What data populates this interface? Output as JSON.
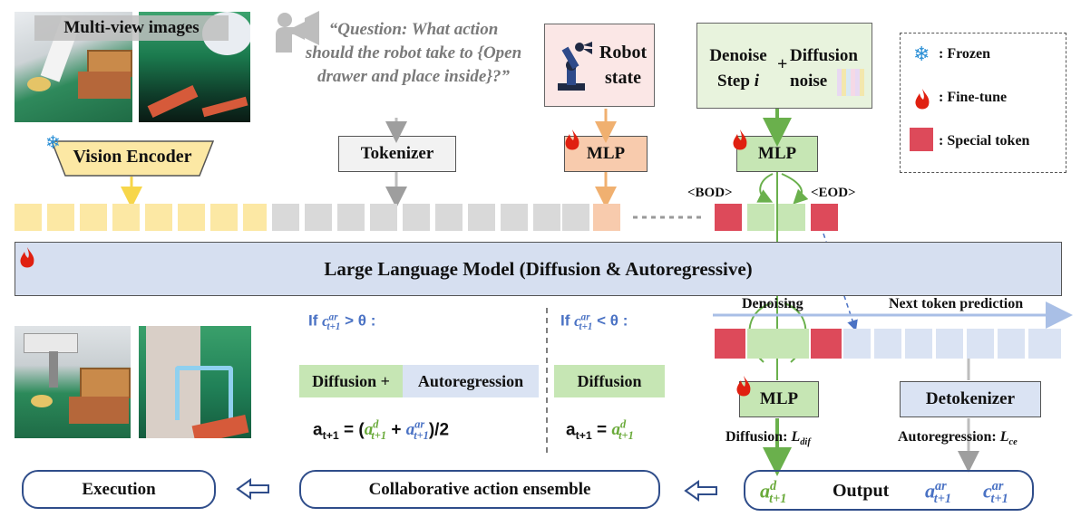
{
  "colors": {
    "yellow_token": "#fce8a4",
    "gray_token": "#d9d9d9",
    "orange_token": "#f8cbad",
    "green_token": "#c6e6b4",
    "special_token": "#dd4a5a",
    "blue_token": "#dae3f3",
    "llm_fill": "#d6dff0",
    "green_text": "#6aaa3a",
    "blue_text": "#4a72c4",
    "yellow_arrow": "#f7d64a",
    "orange_arrow": "#f0b070",
    "green_arrow": "#6ab04c"
  },
  "inputs": {
    "multiview_label": "Multi-view images",
    "question_text": "“Question: What action should the robot take to {Open drawer and place inside}?”",
    "robot_state": "Robot state",
    "denoise_step": "Denoise Step",
    "denoise_var": "i",
    "diffusion_noise": "Diffusion noise"
  },
  "legend": {
    "frozen": ": Frozen",
    "finetune": ": Fine-tune",
    "special": ": Special token"
  },
  "modules": {
    "vision_encoder": "Vision Encoder",
    "tokenizer": "Tokenizer",
    "mlp": "MLP",
    "detokenizer": "Detokenizer",
    "llm": "Large Language Model (Diffusion & Autoregressive)"
  },
  "tokens": {
    "bod": "<BOD>",
    "eod": "<EOD>",
    "yellow_count_label": "",
    "denoising": "Denoising",
    "next_token": "Next token prediction"
  },
  "ensemble": {
    "if_prefix": "If",
    "cond_gt": "> θ :",
    "cond_lt": "< θ :",
    "diffusion": "Diffusion",
    "plus": "+",
    "autoregression": "Autoregression",
    "formula_avg_tail": ")/2",
    "eq": "="
  },
  "losses": {
    "diffusion_loss": "Diffusion:",
    "autoregression_loss": "Autoregression:"
  },
  "bottom": {
    "execution": "Execution",
    "collab": "Collaborative action ensemble",
    "output": "Output"
  }
}
